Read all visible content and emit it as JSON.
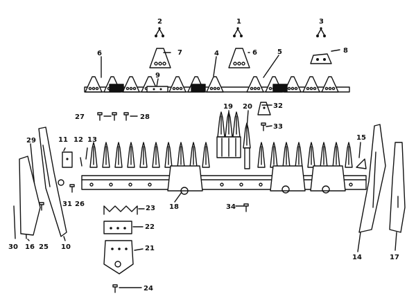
{
  "diagram": {
    "callouts": [
      {
        "id": "c1",
        "text": "1"
      },
      {
        "id": "c2",
        "text": "2"
      },
      {
        "id": "c3",
        "text": "3"
      },
      {
        "id": "c4",
        "text": "4"
      },
      {
        "id": "c5",
        "text": "5"
      },
      {
        "id": "c6a",
        "text": "6"
      },
      {
        "id": "c6b",
        "text": "6"
      },
      {
        "id": "c7",
        "text": "7"
      },
      {
        "id": "c8",
        "text": "8"
      },
      {
        "id": "c9",
        "text": "9"
      },
      {
        "id": "c10",
        "text": "10"
      },
      {
        "id": "c11",
        "text": "11"
      },
      {
        "id": "c12",
        "text": "12"
      },
      {
        "id": "c13",
        "text": "13"
      },
      {
        "id": "c14",
        "text": "14"
      },
      {
        "id": "c15",
        "text": "15"
      },
      {
        "id": "c16",
        "text": "16"
      },
      {
        "id": "c17",
        "text": "17"
      },
      {
        "id": "c18",
        "text": "18"
      },
      {
        "id": "c19",
        "text": "19"
      },
      {
        "id": "c20",
        "text": "20"
      },
      {
        "id": "c21",
        "text": "21"
      },
      {
        "id": "c22",
        "text": "22"
      },
      {
        "id": "c23",
        "text": "23"
      },
      {
        "id": "c24",
        "text": "24"
      },
      {
        "id": "c25",
        "text": "25"
      },
      {
        "id": "c26",
        "text": "26"
      },
      {
        "id": "c27",
        "text": "27"
      },
      {
        "id": "c28",
        "text": "28"
      },
      {
        "id": "c29",
        "text": "29"
      },
      {
        "id": "c30",
        "text": "30"
      },
      {
        "id": "c31",
        "text": "31"
      },
      {
        "id": "c32",
        "text": "32"
      },
      {
        "id": "c33",
        "text": "33"
      },
      {
        "id": "c34",
        "text": "34"
      }
    ]
  }
}
